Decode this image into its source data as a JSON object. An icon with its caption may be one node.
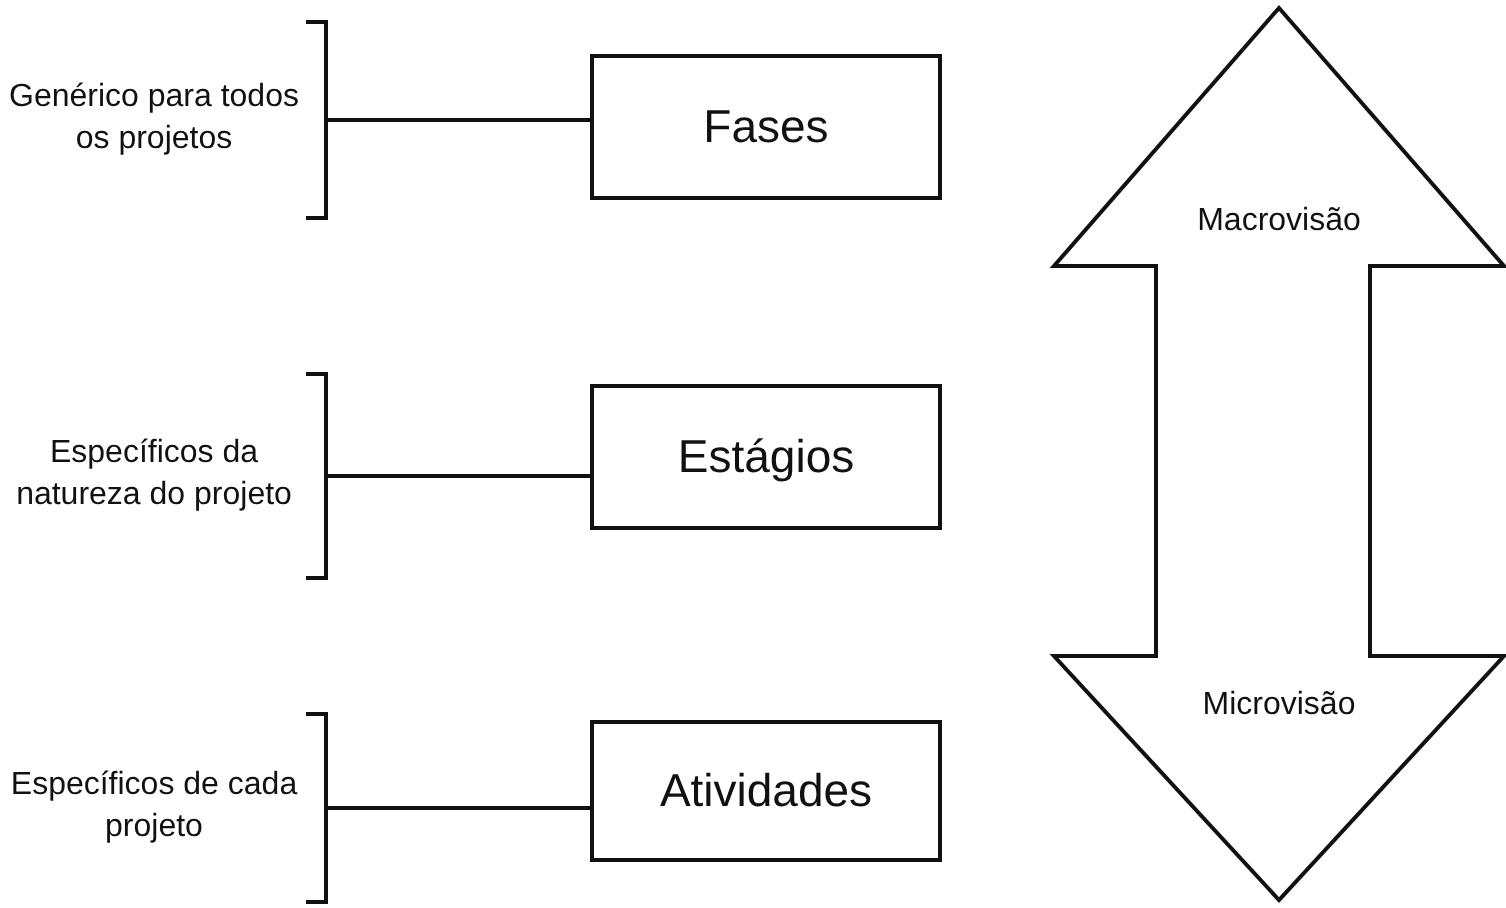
{
  "diagram": {
    "nodes": [
      {
        "text": [
          "Genérico para todos os projetos"
        ]
      },
      {
        "text": [
          "Fases"
        ]
      },
      {
        "text": [
          "Específicos da natureza do projeto"
        ]
      },
      {
        "text": [
          "Estágios"
        ]
      },
      {
        "text": [
          "Específicos de cada projeto"
        ]
      },
      {
        "text": [
          "Atividades"
        ]
      },
      {
        "text": [
          "Macrovisão",
          "Microvisão"
        ]
      }
    ],
    "edges": [
      {
        "from": 0,
        "to": 1,
        "arrow": "none"
      },
      {
        "from": 2,
        "to": 3,
        "arrow": "none"
      },
      {
        "from": 4,
        "to": 5,
        "arrow": "none"
      }
    ]
  }
}
